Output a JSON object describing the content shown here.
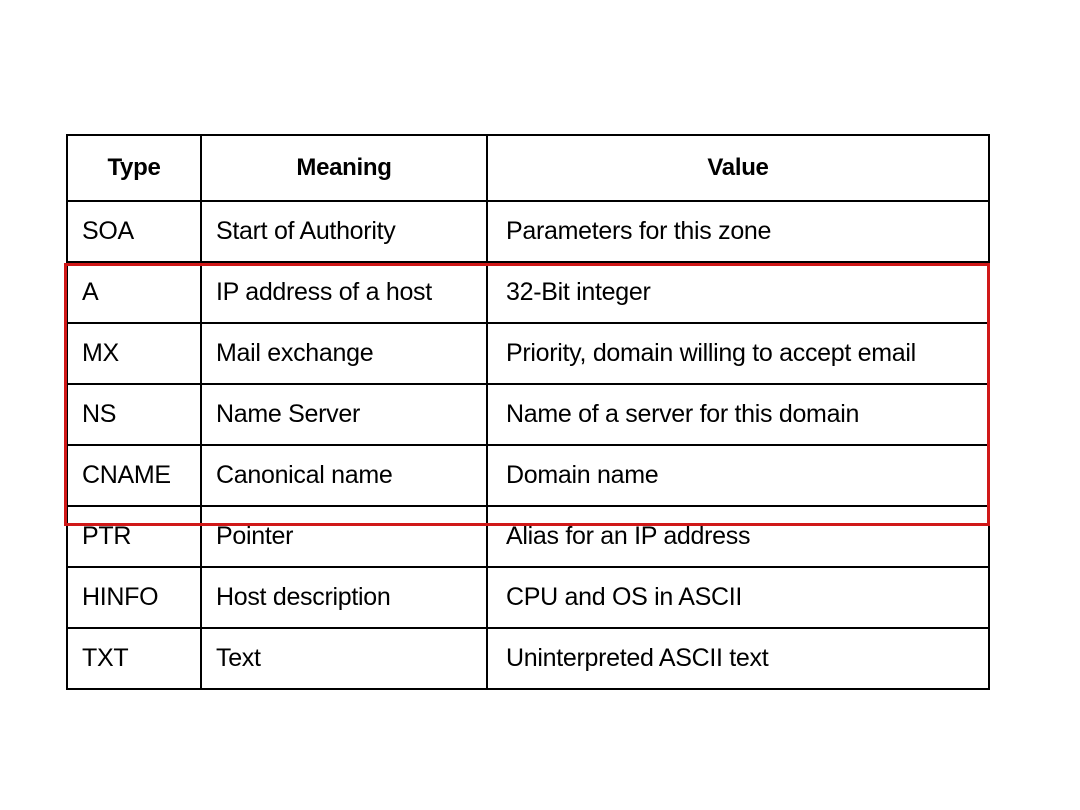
{
  "table": {
    "headers": {
      "type": "Type",
      "meaning": "Meaning",
      "value": "Value"
    },
    "rows": [
      {
        "type": "SOA",
        "meaning": "Start of Authority",
        "value": "Parameters for this zone"
      },
      {
        "type": "A",
        "meaning": "IP address of a host",
        "value": "32-Bit integer"
      },
      {
        "type": "MX",
        "meaning": "Mail exchange",
        "value": "Priority, domain willing to accept email"
      },
      {
        "type": "NS",
        "meaning": "Name Server",
        "value": "Name of a server for this domain"
      },
      {
        "type": "CNAME",
        "meaning": "Canonical name",
        "value": "Domain name"
      },
      {
        "type": "PTR",
        "meaning": "Pointer",
        "value": "Alias for an IP address"
      },
      {
        "type": "HINFO",
        "meaning": "Host description",
        "value": "CPU and OS in ASCII"
      },
      {
        "type": "TXT",
        "meaning": "Text",
        "value": "Uninterpreted ASCII text"
      }
    ]
  },
  "highlight": {
    "color": "#d01818",
    "rows_highlighted": [
      "A",
      "MX",
      "NS",
      "CNAME"
    ]
  }
}
